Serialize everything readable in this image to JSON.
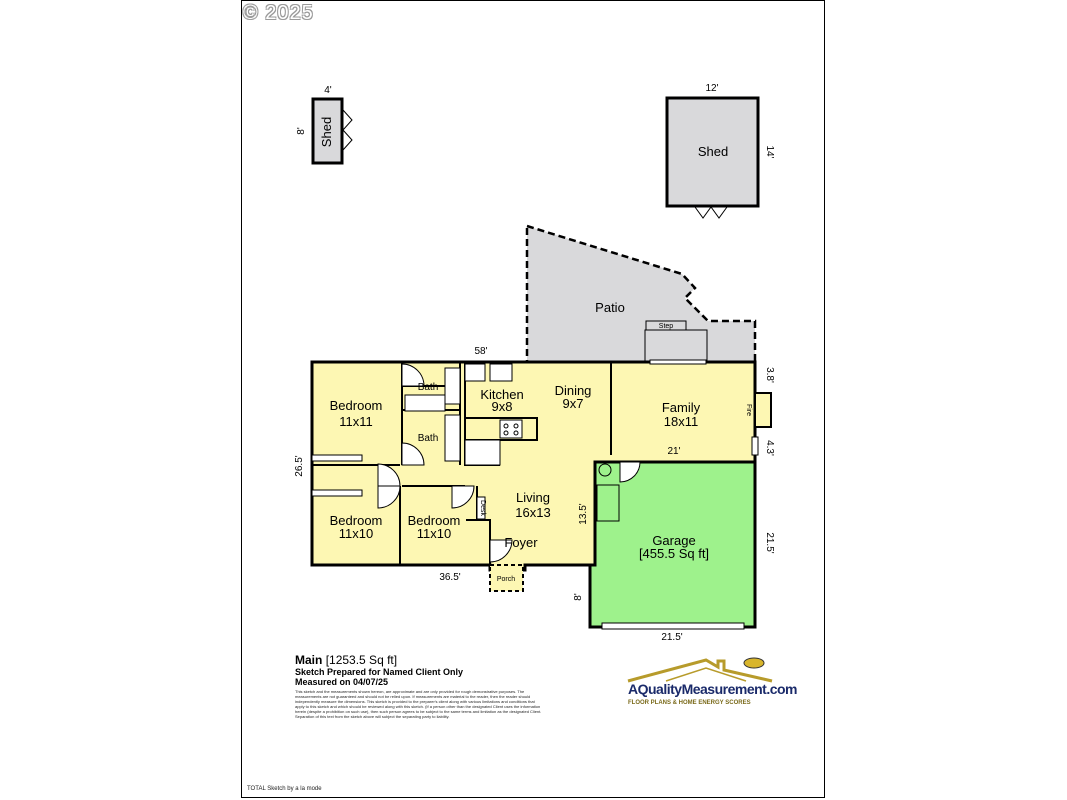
{
  "copyright": "© 2025",
  "rooms": {
    "shed_small": "Shed",
    "shed_large": "Shed",
    "patio": "Patio",
    "step": "Step",
    "bedroom1": {
      "name": "Bedroom",
      "size": "11x11"
    },
    "bath1": "Bath",
    "bath2": "Bath",
    "kitchen": {
      "name": "Kitchen",
      "size": "9x8"
    },
    "dining": {
      "name": "Dining",
      "size": "9x7"
    },
    "family": {
      "name": "Family",
      "size": "18x11"
    },
    "fire": "Fire",
    "bedroom2": {
      "name": "Bedroom",
      "size": "11x10"
    },
    "bedroom3": {
      "name": "Bedroom",
      "size": "11x10"
    },
    "desk": "Desk",
    "living": {
      "name": "Living",
      "size": "16x13"
    },
    "foyer": "Foyer",
    "porch": "Porch",
    "garage": {
      "name": "Garage",
      "size": "[455.5 Sq ft]"
    }
  },
  "dimensions": {
    "shed_small_w": "4'",
    "shed_small_h": "8'",
    "shed_large_w": "12'",
    "shed_large_h": "14'",
    "main_top": "58'",
    "main_left": "26.5'",
    "main_bottom": "36.5'",
    "right_upper": "3.8'",
    "right_lower": "4.3'",
    "family_bottom": "21'",
    "living_right": "13.5'",
    "garage_right": "21.5'",
    "garage_bottom": "21.5'",
    "garage_left": "8'"
  },
  "info": {
    "title": "Main",
    "area": "[1253.5 Sq ft]",
    "line1": "Sketch Prepared for Named Client Only",
    "line2": "Measured on 04/07/25",
    "disclaimer": "This sketch and the measurements shown hereon, are approximate and are only provided for rough demonstrative purposes. The measurements are not guaranteed and should not be relied upon. If measurements are material to the reader, then the reader should independently measure the dimensions. This sketch is provided to the preparer's client along with various limitations and conditions that apply to this sketch and which should be reviewed along with this sketch. (If a person other than the designated Client uses the information herein (despite a prohibition on such use), then such person agrees to be subject to the same terms and limitation as the designated Client. Separation of this text from the sketch above will subject the separating party to liability."
  },
  "logo": {
    "brand": "AQualityMeasurement.com",
    "tagline": "FLOOR PLANS & HOME ENERGY SCORES"
  },
  "footer": "TOTAL Sketch by a la mode",
  "colors": {
    "living_fill": "#fdf7b3",
    "garage_fill": "#9ef28c",
    "outdoor_fill": "#d9d9db",
    "line": "#000000"
  }
}
